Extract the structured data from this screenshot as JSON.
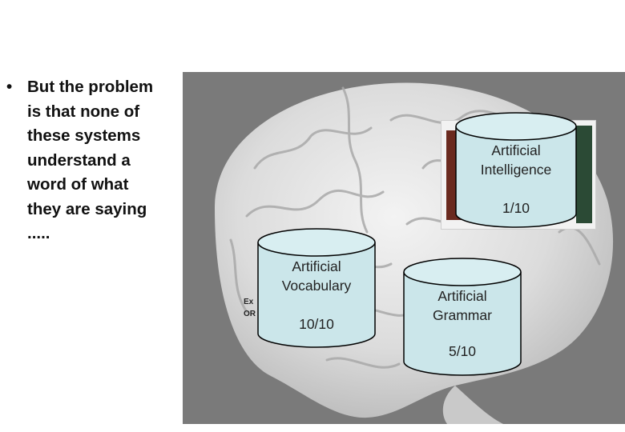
{
  "bullet": {
    "marker": "•",
    "text": "But the problem\nis that none of\nthese systems\nunderstand a\nword of what\nthey are saying\n....."
  },
  "cylinders": [
    {
      "label": "Artificial\nIntelligence",
      "score": "1/10"
    },
    {
      "label": "Artificial\nVocabulary",
      "score": "10/10"
    },
    {
      "label": "Artificial\nGrammar",
      "score": "5/10"
    }
  ],
  "fragment_text": "Ex\nOR",
  "colors": {
    "cylinder_fill": "#cbe6ea",
    "cylinder_top": "#d8eef1",
    "cylinder_stroke": "#000000",
    "panel_bg": "#7a7a7a",
    "brain_tone": "#e8e8e8"
  }
}
